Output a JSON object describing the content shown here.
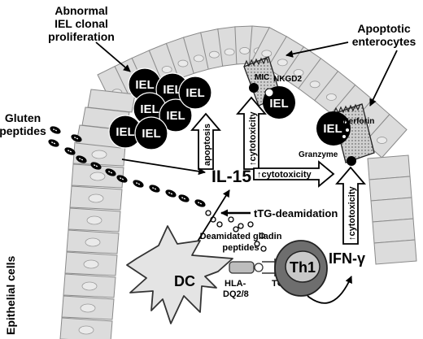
{
  "labels": {
    "abnormal_iel_line1": "Abnormal",
    "abnormal_iel_line2": "IEL clonal",
    "abnormal_iel_line3": "proliferation",
    "apoptotic_line1": "Apoptotic",
    "apoptotic_line2": "enterocytes",
    "gluten_line1": "Gluten",
    "gluten_line2": "peptides",
    "epithelial_cells": "Epithelial cells",
    "iel": "IEL",
    "mic": "MIC",
    "nkgd2": "NKGD2",
    "perforin": "Perforin",
    "granzyme": "Granzyme",
    "apoptosis": "apoptosis",
    "cytotoxicity": "↑cytotoxicity",
    "il15": "IL-15",
    "ttg": "tTG-deamidation",
    "deamidated_line1": "Deamidated gliadin",
    "deamidated_line2": "peptides",
    "dc": "DC",
    "hla_line1": "HLA-",
    "hla_line2": "DQ2/8",
    "tcr": "TCR",
    "th1": "Th1",
    "ifn": "IFN-γ"
  },
  "colors": {
    "cell_fill": "#dcdcdc",
    "cell_stroke": "#8a8a8a",
    "iel_fill": "#000000",
    "th1_fill": "#6e6e6e",
    "apoptotic_fill": "#b5b5b5"
  }
}
